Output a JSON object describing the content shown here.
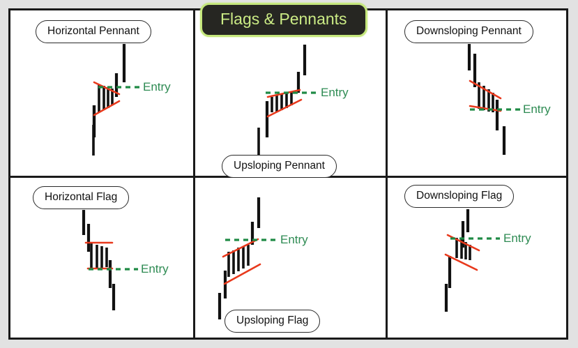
{
  "title": {
    "text": "Flags & Pennants"
  },
  "colors": {
    "background": "#e2e2e2",
    "frame_border": "#1a1a1a",
    "panel_fill": "#ffffff",
    "banner_bg": "#262622",
    "banner_accent": "#c5e77c",
    "price_bar": "#111111",
    "trendline": "#e8391c",
    "entry": "#1f8a45"
  },
  "entry_label": "Entry",
  "panels": [
    {
      "id": "horizontal-pennant",
      "label": "Horizontal Pennant",
      "label_position": "top",
      "pattern_type": "pennant",
      "slope": "horizontal",
      "trend": "up",
      "entry_label": "Entry"
    },
    {
      "id": "upsloping-pennant",
      "label": "Upsloping Pennant",
      "label_position": "bottom",
      "pattern_type": "pennant",
      "slope": "up",
      "trend": "up",
      "entry_label": "Entry"
    },
    {
      "id": "downsloping-pennant",
      "label": "Downsloping Pennant",
      "label_position": "top",
      "pattern_type": "pennant",
      "slope": "down",
      "trend": "down",
      "entry_label": "Entry"
    },
    {
      "id": "horizontal-flag",
      "label": "Horizontal Flag",
      "label_position": "top",
      "pattern_type": "flag",
      "slope": "horizontal",
      "trend": "down",
      "entry_label": "Entry"
    },
    {
      "id": "upsloping-flag",
      "label": "Upsloping Flag",
      "label_position": "bottom",
      "pattern_type": "flag",
      "slope": "up",
      "trend": "up",
      "entry_label": "Entry"
    },
    {
      "id": "downsloping-flag",
      "label": "Downsloping Flag",
      "label_position": "top",
      "pattern_type": "flag",
      "slope": "down",
      "trend": "down",
      "entry_label": "Entry"
    }
  ]
}
